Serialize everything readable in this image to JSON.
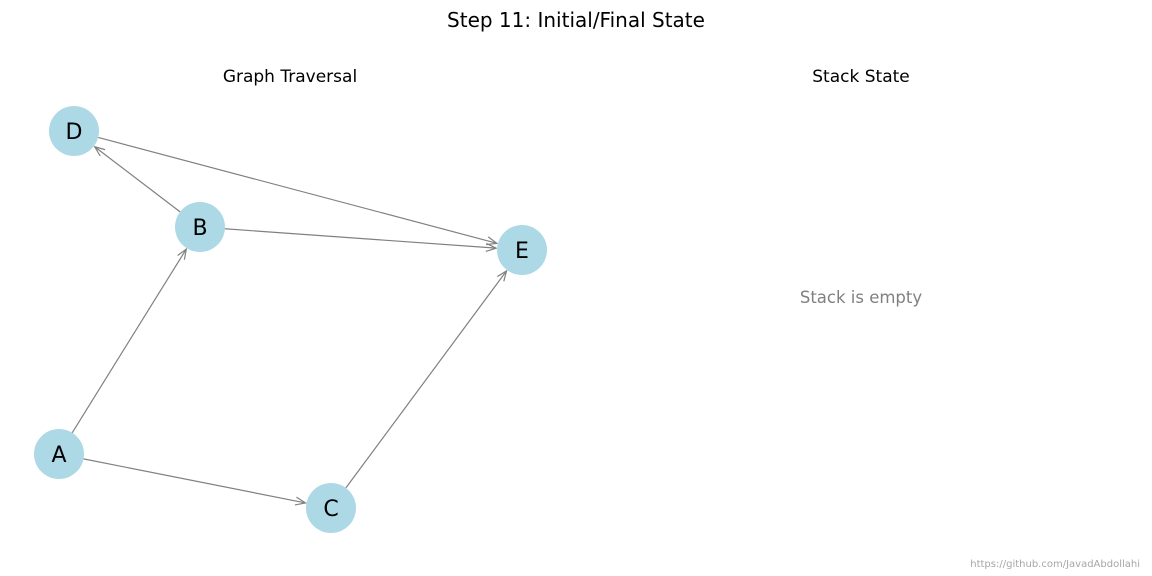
{
  "title": "Step 11: Initial/Final State",
  "graph_panel": {
    "title": "Graph Traversal",
    "nodes": [
      {
        "id": "A",
        "label": "A"
      },
      {
        "id": "B",
        "label": "B"
      },
      {
        "id": "C",
        "label": "C"
      },
      {
        "id": "D",
        "label": "D"
      },
      {
        "id": "E",
        "label": "E"
      }
    ],
    "edges": [
      {
        "from": "A",
        "to": "B"
      },
      {
        "from": "A",
        "to": "C"
      },
      {
        "from": "B",
        "to": "D"
      },
      {
        "from": "B",
        "to": "E"
      },
      {
        "from": "C",
        "to": "E"
      },
      {
        "from": "D",
        "to": "E"
      }
    ],
    "colors": {
      "node_fill": "#add8e6",
      "edge": "#808080",
      "label": "#000000"
    }
  },
  "stack_panel": {
    "title": "Stack State",
    "empty_message": "Stack is empty"
  },
  "watermark": "https://github.com/JavadAbdollahi"
}
